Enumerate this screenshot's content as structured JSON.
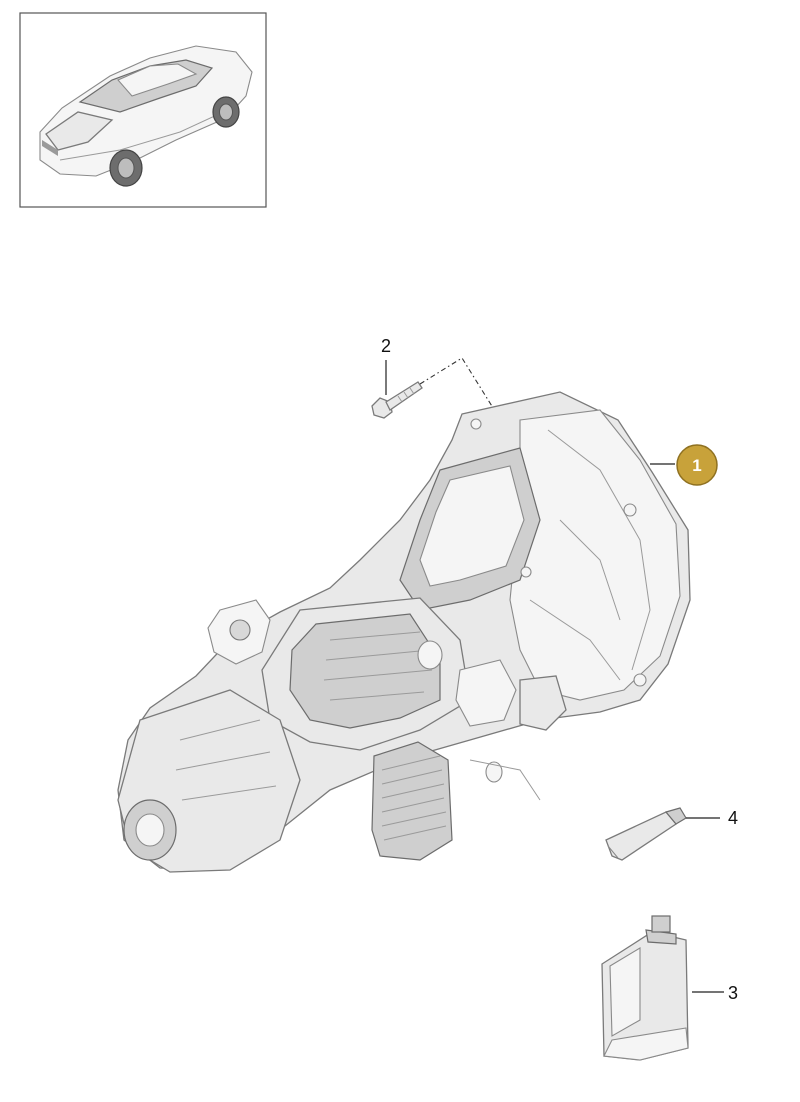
{
  "callouts": {
    "c1": {
      "label": "1",
      "highlighted": true
    },
    "c2": {
      "label": "2"
    },
    "c3": {
      "label": "3"
    },
    "c4": {
      "label": "4"
    }
  },
  "colors": {
    "highlight_badge": "#c8a23a",
    "highlight_badge_stroke": "#8f7121",
    "frame_border": "#555555",
    "part_gray": "#e9e9e9"
  }
}
